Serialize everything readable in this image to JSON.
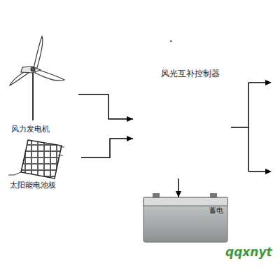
{
  "diagram": {
    "nodes": [
      {
        "text": [
          "风力发电机"
        ]
      },
      {
        "text": [
          "太阳能电池板"
        ]
      },
      {
        "text": [
          "风光互补控制器"
        ]
      },
      {
        "text": [
          "蓄电"
        ]
      }
    ],
    "edges": [
      {
        "from": 0,
        "to": 2,
        "arrow": "to"
      },
      {
        "from": 1,
        "to": 2,
        "arrow": "to"
      },
      {
        "from": 2,
        "to": 3,
        "arrow": "to"
      }
    ],
    "labels": [
      "qqxnyt"
    ]
  }
}
